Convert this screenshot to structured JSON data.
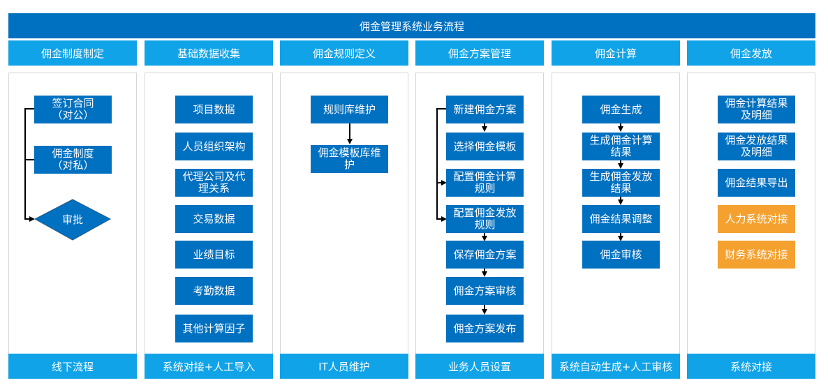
{
  "title": "佣金管理系统业务流程",
  "columns": [
    {
      "header": "佣金制度制定",
      "footer": "线下流程",
      "items": [
        "签订合同\n（对公）",
        "佣金制度\n（对私）",
        "审批"
      ]
    },
    {
      "header": "基础数据收集",
      "footer": "系统对接+人工导入",
      "items": [
        "项目数据",
        "人员组织架构",
        "代理公司及代理关系",
        "交易数据",
        "业绩目标",
        "考勤数据",
        "其他计算因子"
      ]
    },
    {
      "header": "佣金规则定义",
      "footer": "IT人员维护",
      "items": [
        "规则库维护",
        "佣金模板库维护"
      ]
    },
    {
      "header": "佣金方案管理",
      "footer": "业务人员设置",
      "items": [
        "新建佣金方案",
        "选择佣金模板",
        "配置佣金计算规则",
        "配置佣金发放规则",
        "保存佣金方案",
        "佣金方案审核",
        "佣金方案发布"
      ]
    },
    {
      "header": "佣金计算",
      "footer": "系统自动生成+人工审核",
      "items": [
        "佣金生成",
        "生成佣金计算结果",
        "生成佣金发放结果",
        "佣金结果调整",
        "佣金审核"
      ]
    },
    {
      "header": "佣金发放",
      "footer": "系统对接",
      "items": [
        "佣金计算结果及明细",
        "佣金发放结果及明细",
        "佣金结果导出",
        "人力系统对接",
        "财务系统对接"
      ]
    }
  ],
  "colors": {
    "dark_blue": "#0070c0",
    "light_blue": "#10a3e8",
    "orange": "#f4a130"
  }
}
